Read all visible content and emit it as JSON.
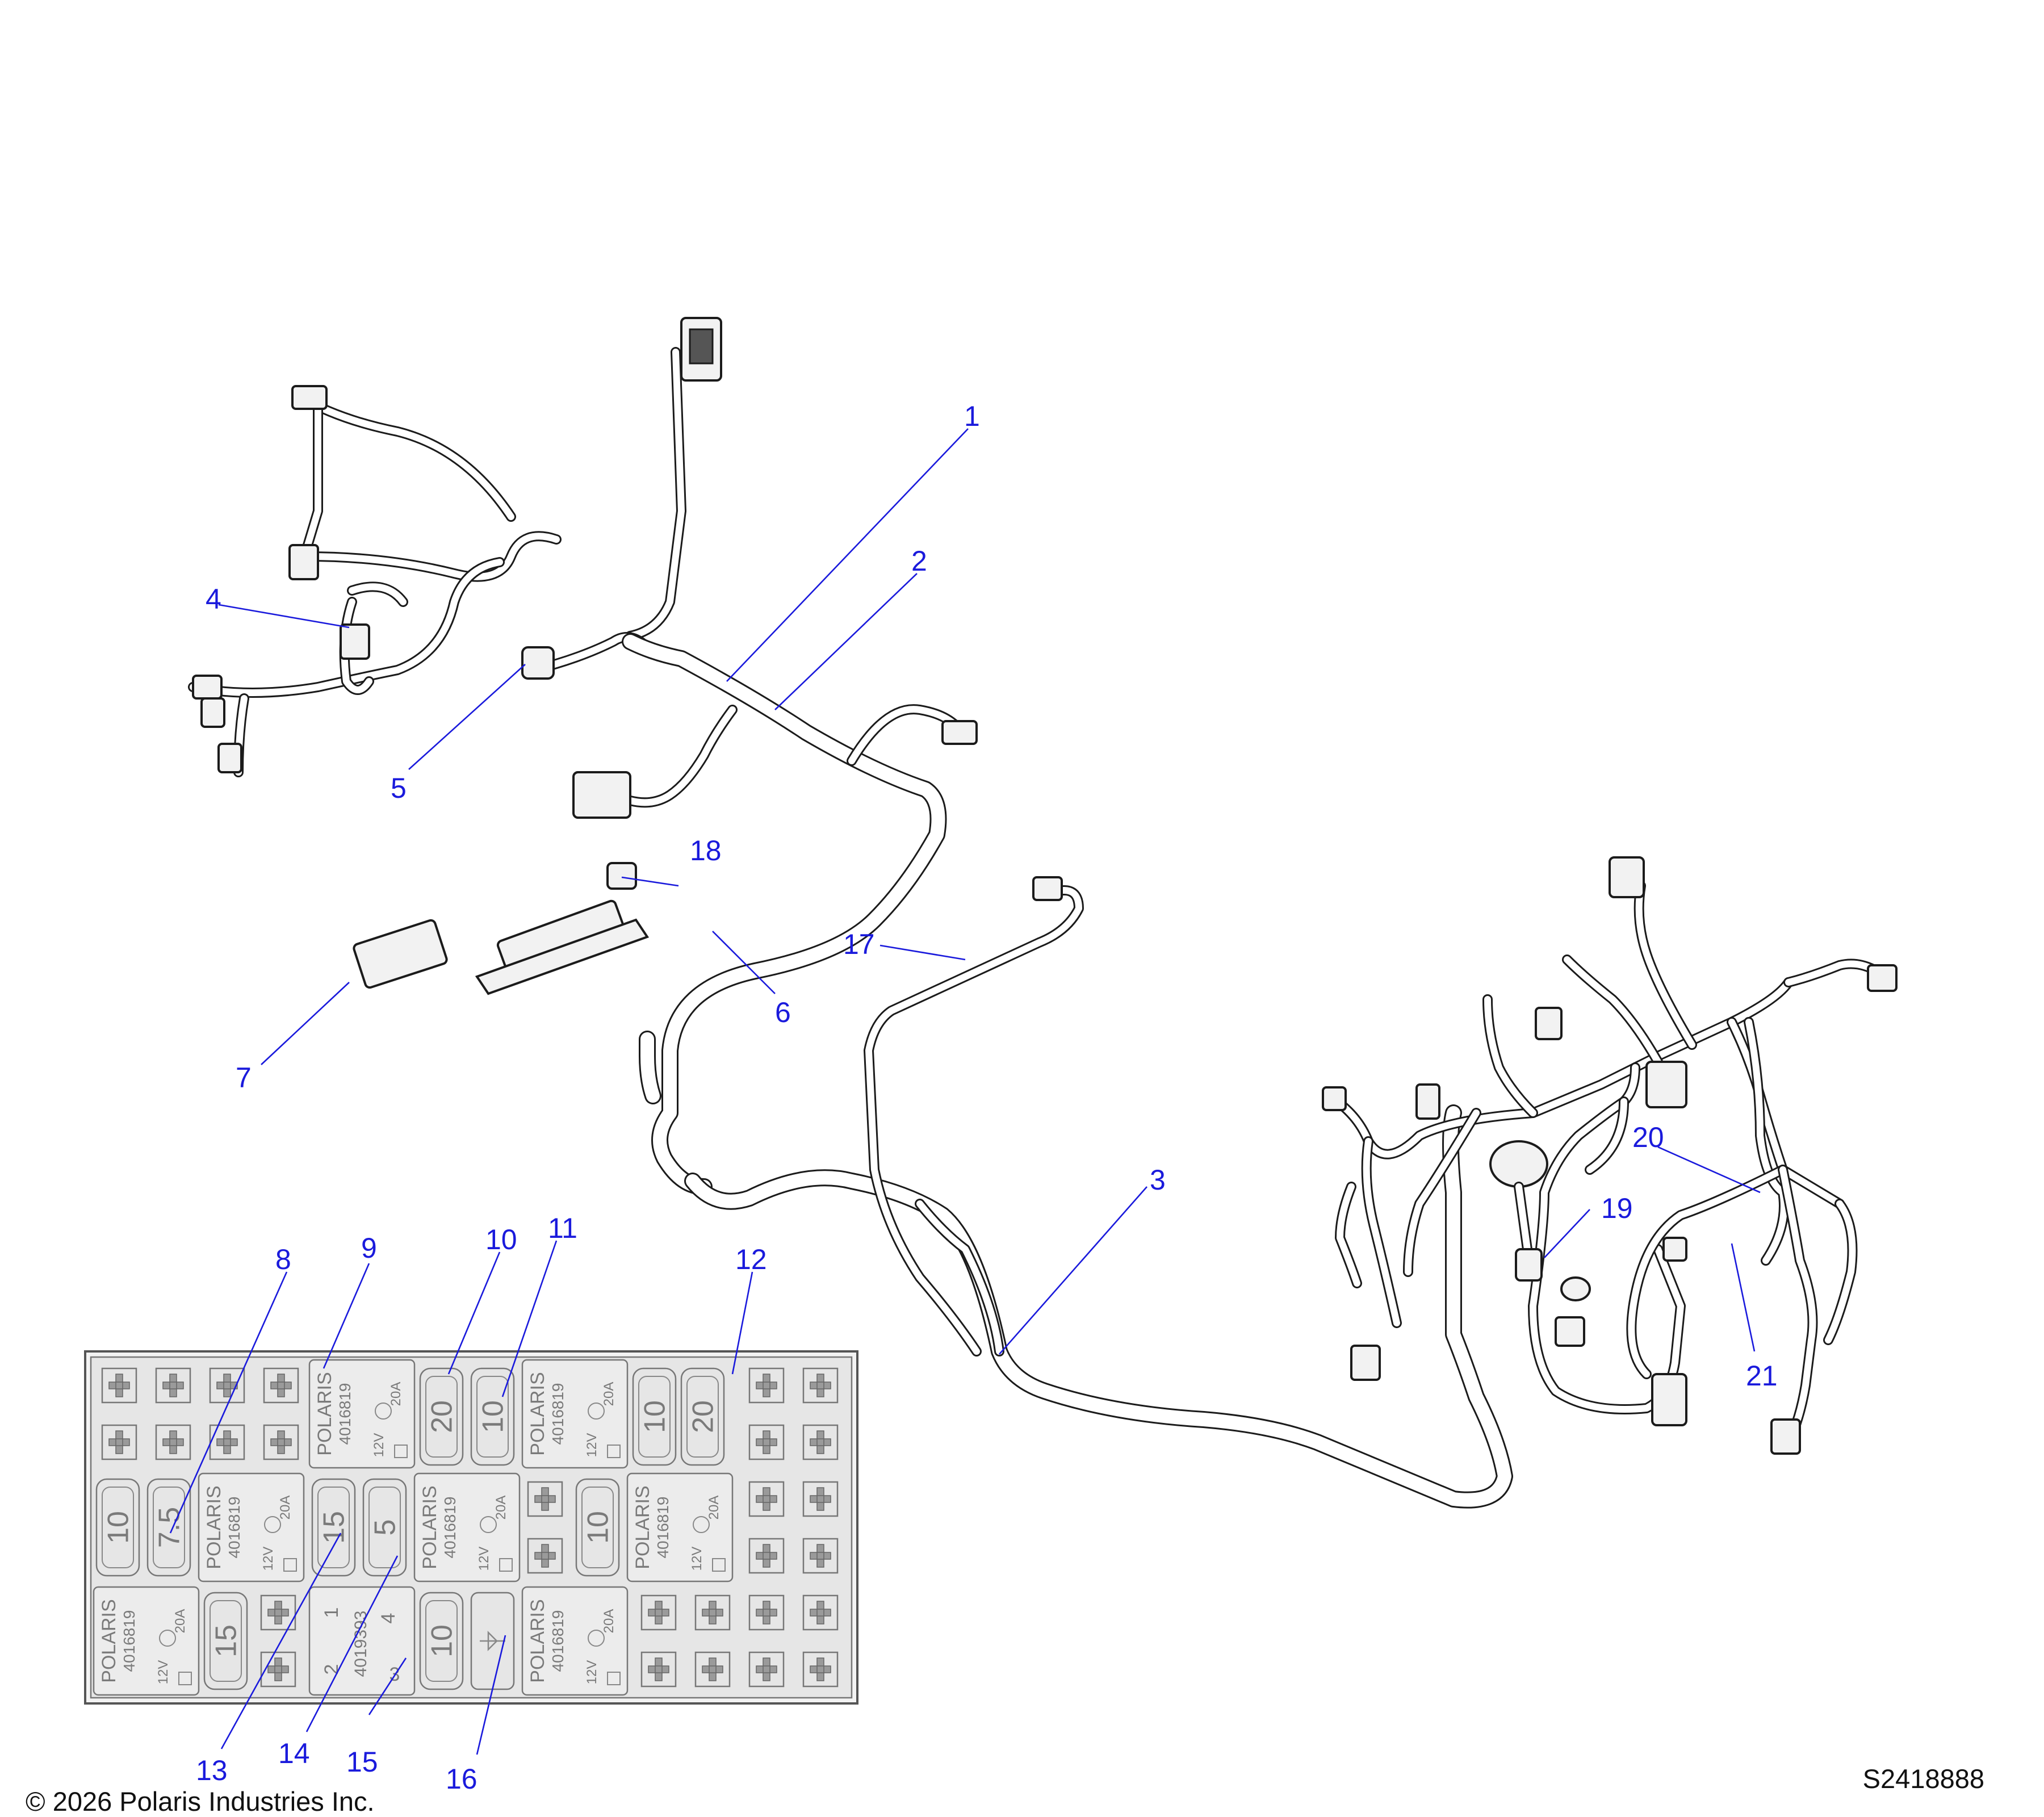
{
  "callouts": {
    "c1": "1",
    "c2": "2",
    "c3": "3",
    "c4": "4",
    "c5": "5",
    "c6": "6",
    "c7": "7",
    "c8": "8",
    "c9": "9",
    "c10": "10",
    "c11": "11",
    "c12": "12",
    "c13": "13",
    "c14": "14",
    "c15": "15",
    "c16": "16",
    "c17": "17",
    "c18": "18",
    "c19": "19",
    "c20": "20",
    "c21": "21"
  },
  "fuse_box": {
    "relay_brand": "POLARIS",
    "relay_part": "4016819",
    "relay_voltage": "12V",
    "relay_amps": "20A",
    "fuse_20": "20",
    "fuse_10": "10",
    "fuse_7_5": "7.5",
    "fuse_15": "15",
    "fuse_5": "5",
    "diode_part": "4019393",
    "diode_pin_2": "2",
    "diode_pin_1": "1",
    "diode_pin_4": "4",
    "diode_pin_3": "3"
  },
  "footer": {
    "copyright": "© 2026 Polaris Industries Inc.",
    "drawing_number": "S2418888"
  },
  "colors": {
    "callout": "#1a1adc",
    "line_art": "#1b1b1b"
  }
}
